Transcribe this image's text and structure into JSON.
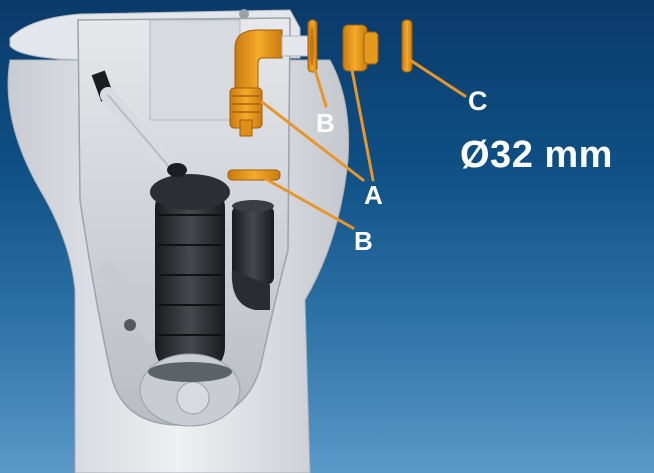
{
  "labels": {
    "part_a": "A",
    "part_b_upper": "B",
    "part_b_lower": "B",
    "part_c": "C",
    "diameter": "Ø32 mm"
  },
  "colors": {
    "background_top": "#0a3a6a",
    "background_bottom": "#5a98c6",
    "orange_parts": "#f0a020",
    "leader_lines": "#e8962a",
    "label_text": "#ffffff",
    "toilet_body": "#dcdfe4",
    "dark_pipe": "#2a2c30"
  }
}
